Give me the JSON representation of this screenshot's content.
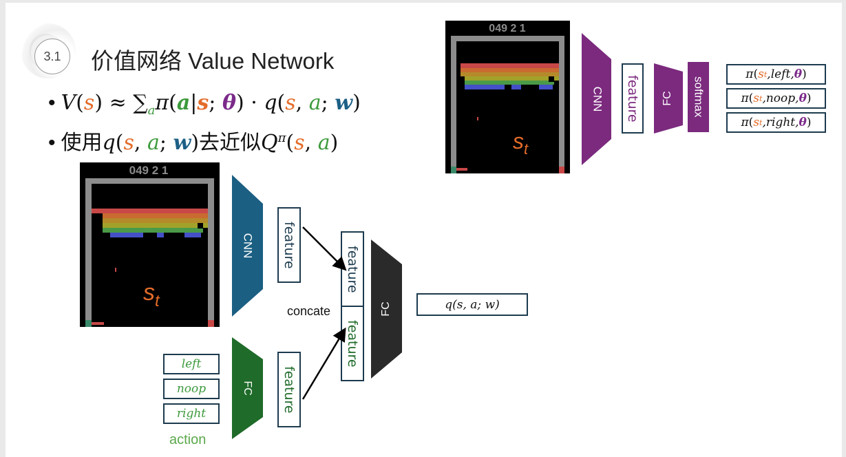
{
  "header": {
    "badge": "3.1",
    "title": "价值网络 Value Network"
  },
  "bullets": {
    "b1": {
      "V": "V",
      "s1": "s",
      "approx": "≈",
      "sum": "∑",
      "sub_a": "a",
      "pi": "π",
      "a_bold": "a",
      "s_bold": "s",
      "theta": "θ",
      "dot": "·",
      "q": "q",
      "s2": "s",
      "a2": "a",
      "w": "w"
    },
    "b2": {
      "prefix": "使用",
      "q": "q",
      "s": "s",
      "a": "a",
      "w": "w",
      "middle": "去近似",
      "Q": "Q",
      "sup_pi": "π",
      "s2": "s",
      "a2": "a"
    }
  },
  "policy_net": {
    "score": "049 2 1",
    "state_label": "s",
    "state_sub": "t",
    "cnn_label": "CNN",
    "feature_label": "feature",
    "fc_label": "FC",
    "softmax_label": "softmax",
    "outputs": [
      {
        "pi": "π",
        "s": "s",
        "sub": "t",
        "action": "left",
        "theta": "θ"
      },
      {
        "pi": "π",
        "s": "s",
        "sub": "t",
        "action": "noop",
        "theta": "θ"
      },
      {
        "pi": "π",
        "s": "s",
        "sub": "t",
        "action": "right",
        "theta": "θ"
      }
    ]
  },
  "value_net": {
    "score": "049 2 1",
    "state_label": "s",
    "state_sub": "t",
    "cnn_label": "CNN",
    "feature_label": "feature",
    "fc_action_label": "FC",
    "feature_action_label": "feature",
    "concat_feature_top": "feature",
    "concat_feature_bottom": "feature",
    "concat_label": "concate",
    "fc_label": "FC",
    "output": "q(s, a; w)",
    "actions": [
      "left",
      "noop",
      "right"
    ],
    "action_caption": "action"
  },
  "colors": {
    "cnn_purple": "#7b2a7e",
    "cnn_teal": "#1b5f82",
    "fc_green": "#1f6b2a",
    "fc_dark": "#2a2a2a",
    "orange": "#e46c2a",
    "green": "#3d9a3d"
  }
}
